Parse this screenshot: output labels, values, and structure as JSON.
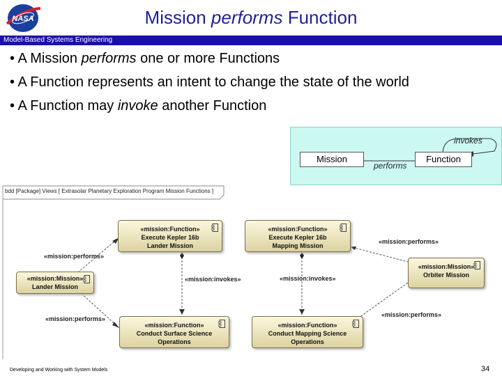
{
  "header": {
    "title_start": "Mission ",
    "title_italic": "performs",
    "title_end": " Function",
    "banner": "Model-Based Systems Engineering",
    "logo_text": "NASA"
  },
  "bullets": [
    {
      "prefix": "• A Mission ",
      "italic": "performs",
      "suffix": " one or more Functions"
    },
    {
      "prefix": "• A Function represents an intent to change the state of the world",
      "italic": "",
      "suffix": ""
    },
    {
      "prefix": "• A Function may ",
      "italic": "invoke",
      "suffix": " another Function"
    }
  ],
  "metamodel": {
    "mission": "Mission",
    "function": "Function",
    "performs": "performs",
    "invokes": "invokes"
  },
  "bdd": {
    "title": "bdd [Package] Views [ Extrasolar Planetary Exploration Program Mission Functions ]",
    "nodes": {
      "lander_fn": {
        "stereo": "«mission:Function»",
        "name": "Execute Kepler 16b\nLander Mission"
      },
      "mapping_fn": {
        "stereo": "«mission:Function»",
        "name": "Execute Kepler 16b\nMapping Mission"
      },
      "lander_mission": {
        "stereo": "«mission:Mission»",
        "name": "Lander Mission"
      },
      "orbiter_mission": {
        "stereo": "«mission:Mission»",
        "name": "Orbiter Mission"
      },
      "surface_fn": {
        "stereo": "«mission:Function»",
        "name": "Conduct Surface Science\nOperations"
      },
      "mapping_ops_fn": {
        "stereo": "«mission:Function»",
        "name": "Conduct Mapping Science\nOperations"
      }
    },
    "edges": {
      "performs_1": "«mission:performs»",
      "performs_2": "«mission:performs»",
      "performs_3": "«mission:performs»",
      "performs_4": "«mission:performs»",
      "invokes_1": "«mission:invokes»",
      "invokes_2": "«mission:invokes»"
    }
  },
  "footer": {
    "text": "Developing and Working with System Models",
    "page": "34"
  },
  "colors": {
    "title": "#1f1f9a",
    "banner": "#1a0fa8",
    "metamodel_bg": "#ccf8f2",
    "node_fill": "#f3eec7"
  }
}
